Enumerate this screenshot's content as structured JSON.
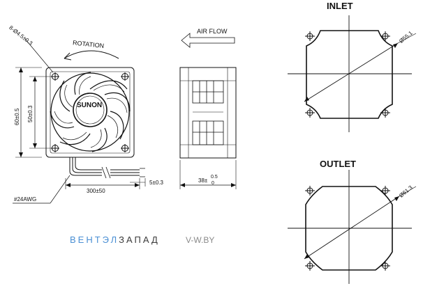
{
  "front_view": {
    "rotation_label": "ROTATION",
    "hole_label": "8-Ø4.5±0.3",
    "dim_outer": "60±0.5",
    "dim_inner": "50±0.3",
    "hub_logo": "SUNON",
    "cable_length": "300±50",
    "cable_strip": "5±0.3",
    "wire_gauge": "#24AWG"
  },
  "side_view": {
    "airflow_label": "AIR FLOW",
    "depth_dim": "38±",
    "depth_tol_upper": "0.5",
    "depth_tol_lower": "0"
  },
  "inlet": {
    "title": "INLET",
    "diameter": "Ø55.1"
  },
  "outlet": {
    "title": "OUTLET",
    "diameter": "Ø61.3"
  },
  "watermark": {
    "brand_part1": "ВЕНТЭЛ",
    "brand_part2": "ЗАПАД",
    "site": "V-W.BY",
    "color_part1": "#4a8fd4",
    "color_part2": "#3a3a3a"
  }
}
